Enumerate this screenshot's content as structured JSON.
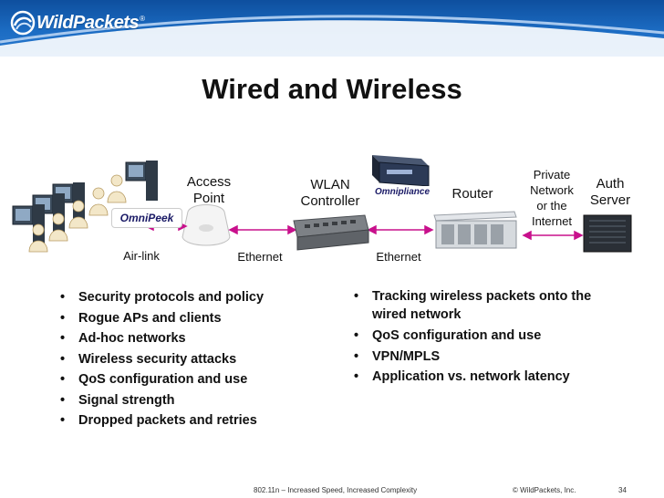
{
  "header": {
    "logo_text": "WildPackets",
    "logo_mark": "®"
  },
  "title": "Wired and Wireless",
  "diagram": {
    "labels": {
      "access_point": [
        "Access",
        "Point"
      ],
      "wlan_controller": [
        "WLAN",
        "Controller"
      ],
      "router": "Router",
      "private_network": [
        "Private",
        "Network",
        "or the",
        "Internet"
      ],
      "auth_server": [
        "Auth",
        "Server"
      ],
      "air_link": "Air-link",
      "ethernet_1": "Ethernet",
      "ethernet_2": "Ethernet"
    },
    "logos": {
      "omnipeek": "OmniPeek",
      "omnipliance": "Omnipliance"
    },
    "icons": [
      "workstation-icon",
      "user-icon",
      "access-point-icon",
      "wlan-controller-icon",
      "omnipliance-icon",
      "router-icon",
      "server-icon",
      "double-arrow-icon"
    ],
    "colors": {
      "arrow": "#c8108c",
      "header": "#1c6cc3"
    }
  },
  "bullets_left": [
    "Security protocols and policy",
    "Rogue APs and clients",
    "Ad-hoc networks",
    "Wireless security attacks",
    "QoS configuration and use",
    "Signal strength",
    "Dropped packets and retries"
  ],
  "bullets_right": [
    "Tracking wireless packets onto the wired network",
    "QoS configuration and use",
    "VPN/MPLS",
    "Application vs. network latency"
  ],
  "footer": {
    "subtitle": "802.11n – Increased Speed, Increased Complexity",
    "copyright": "©  WildPackets, Inc.",
    "page": "34"
  }
}
